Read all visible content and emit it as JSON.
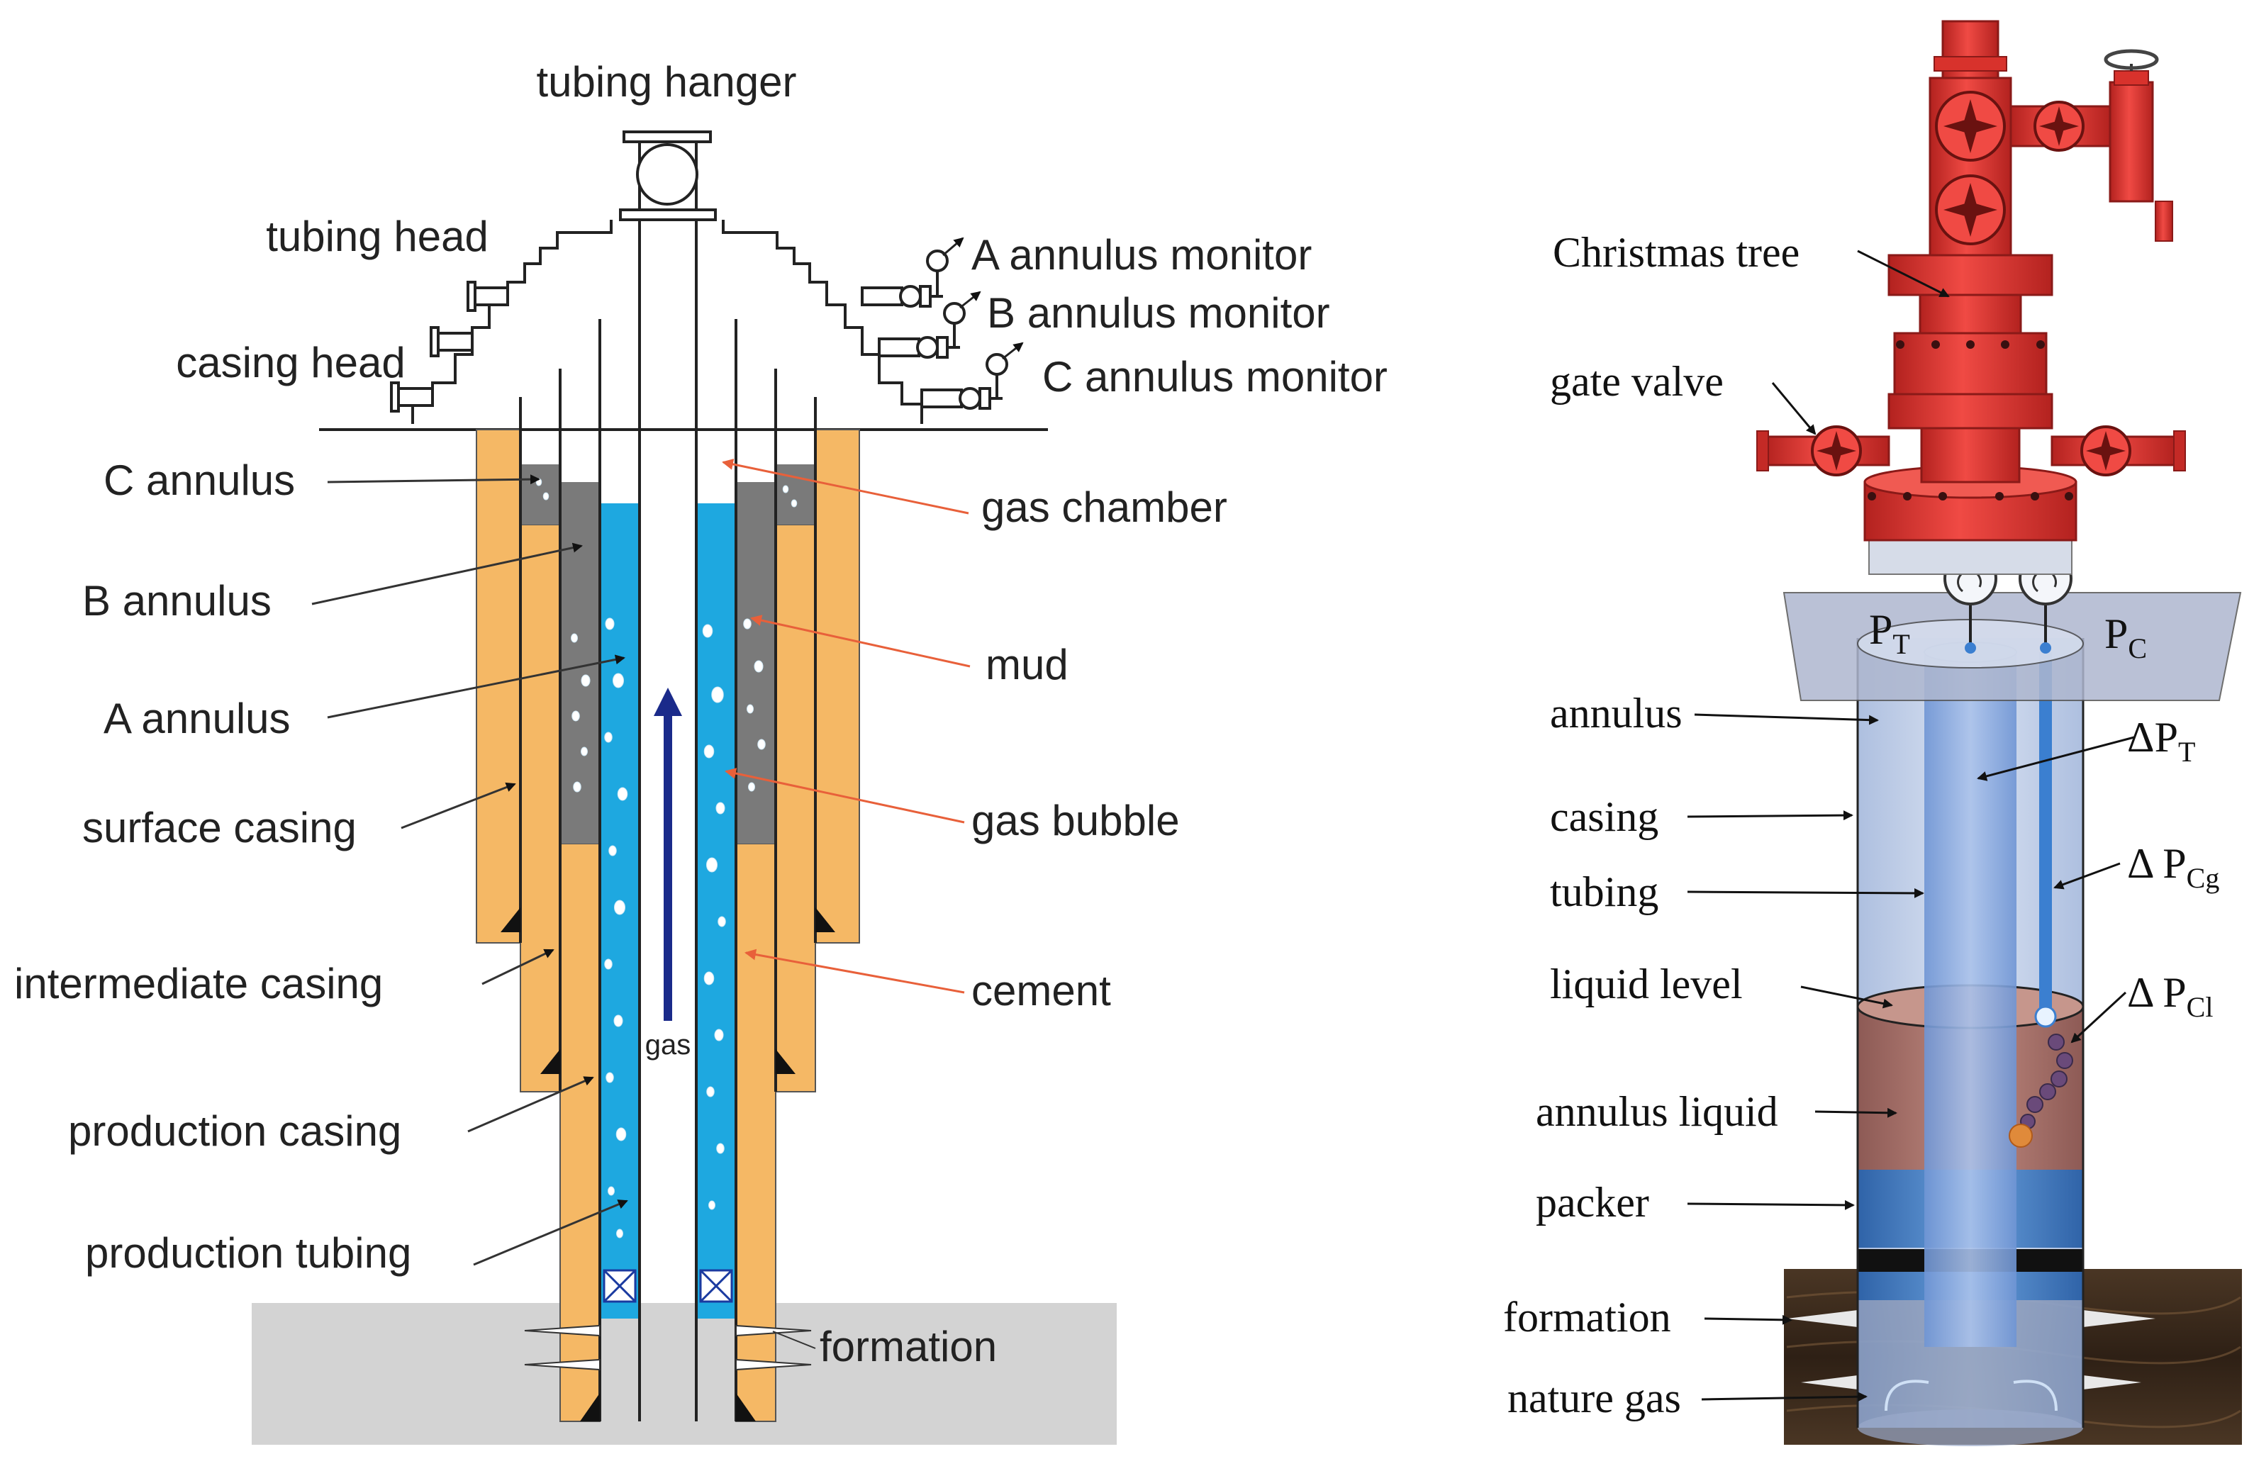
{
  "left_panel": {
    "labels": {
      "tubing_hanger": "tubing hanger",
      "tubing_head": "tubing head",
      "casing_head": "casing head",
      "a_annulus_monitor": "A annulus monitor",
      "b_annulus_monitor": "B annulus monitor",
      "c_annulus_monitor": "C annulus monitor",
      "c_annulus": "C annulus",
      "b_annulus": "B annulus",
      "a_annulus": "A annulus",
      "surface_casing": "surface casing",
      "intermediate_casing": "intermediate casing",
      "production_casing": "production casing",
      "production_tubing": "production tubing",
      "gas_chamber": "gas chamber",
      "mud": "mud",
      "gas_bubble": "gas bubble",
      "cement": "cement",
      "formation": "formation",
      "gas": "gas"
    },
    "colors": {
      "cement": "#f5b865",
      "mud": "#7a7a7a",
      "fluid": "#1ea8e0",
      "formation": "#d3d3d3",
      "gas_arrow": "#1a2a8a",
      "pointer_red": "#e8603a"
    }
  },
  "right_panel": {
    "labels": {
      "christmas_tree": "Christmas tree",
      "gate_valve": "gate valve",
      "p_t_main": "P",
      "p_t_sub": "T",
      "p_c_main": "P",
      "p_c_sub": "C",
      "annulus": "annulus",
      "casing": "casing",
      "tubing": "tubing",
      "liquid_level": "liquid level",
      "annulus_liquid": "annulus liquid",
      "packer": "packer",
      "formation": "formation",
      "nature_gas": "nature gas",
      "delta_pt_main": "ΔP",
      "delta_pt_sub": "T",
      "delta_pcg_main": "Δ P",
      "delta_pcg_sub": "Cg",
      "delta_pcl_main": "Δ P",
      "delta_pcl_sub": "Cl"
    },
    "colors": {
      "tree_red": "#e8322e",
      "casing_blue": "#b9c9e6",
      "tubing_blue": "#8fb0e3",
      "annulus_liquid": "#b07a72",
      "packer": "#4f86c8",
      "formation": "#3b2a1c"
    }
  }
}
